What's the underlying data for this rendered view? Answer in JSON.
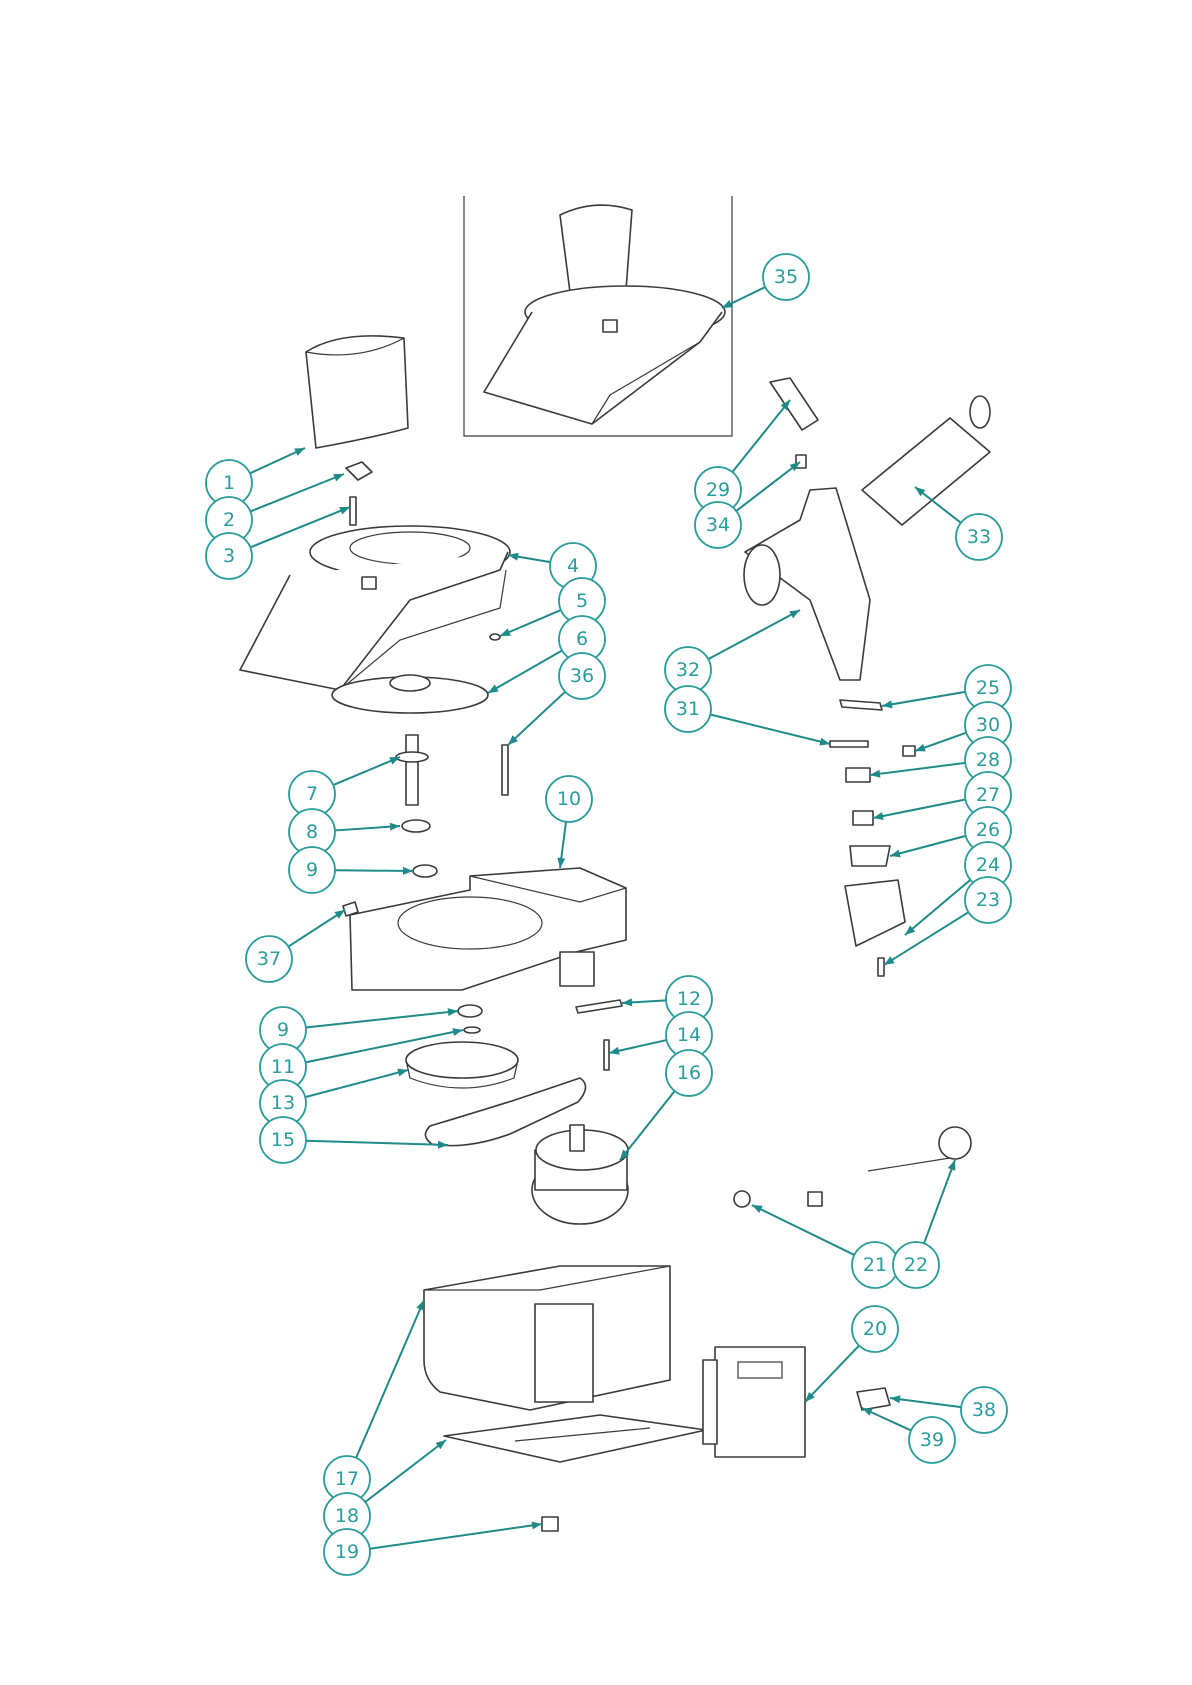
{
  "diagram": {
    "accent_color": "#2a9c9b",
    "line_color": "#3a3a3a",
    "callouts": [
      {
        "id": "c1",
        "label": "1"
      },
      {
        "id": "c2",
        "label": "2"
      },
      {
        "id": "c3",
        "label": "3"
      },
      {
        "id": "c4",
        "label": "4"
      },
      {
        "id": "c5",
        "label": "5"
      },
      {
        "id": "c6",
        "label": "6"
      },
      {
        "id": "c36",
        "label": "36"
      },
      {
        "id": "c7",
        "label": "7"
      },
      {
        "id": "c8",
        "label": "8"
      },
      {
        "id": "c9a",
        "label": "9"
      },
      {
        "id": "c10",
        "label": "10"
      },
      {
        "id": "c37",
        "label": "37"
      },
      {
        "id": "c9b",
        "label": "9"
      },
      {
        "id": "c11",
        "label": "11"
      },
      {
        "id": "c13",
        "label": "13"
      },
      {
        "id": "c15",
        "label": "15"
      },
      {
        "id": "c12",
        "label": "12"
      },
      {
        "id": "c14",
        "label": "14"
      },
      {
        "id": "c16",
        "label": "16"
      },
      {
        "id": "c17",
        "label": "17"
      },
      {
        "id": "c18",
        "label": "18"
      },
      {
        "id": "c19",
        "label": "19"
      },
      {
        "id": "c20",
        "label": "20"
      },
      {
        "id": "c21",
        "label": "21"
      },
      {
        "id": "c22",
        "label": "22"
      },
      {
        "id": "c38",
        "label": "38"
      },
      {
        "id": "c39",
        "label": "39"
      },
      {
        "id": "c35",
        "label": "35"
      },
      {
        "id": "c29",
        "label": "29"
      },
      {
        "id": "c34",
        "label": "34"
      },
      {
        "id": "c33",
        "label": "33"
      },
      {
        "id": "c32",
        "label": "32"
      },
      {
        "id": "c31",
        "label": "31"
      },
      {
        "id": "c25",
        "label": "25"
      },
      {
        "id": "c30",
        "label": "30"
      },
      {
        "id": "c28",
        "label": "28"
      },
      {
        "id": "c27",
        "label": "27"
      },
      {
        "id": "c26",
        "label": "26"
      },
      {
        "id": "c24",
        "label": "24"
      },
      {
        "id": "c23",
        "label": "23"
      }
    ]
  }
}
